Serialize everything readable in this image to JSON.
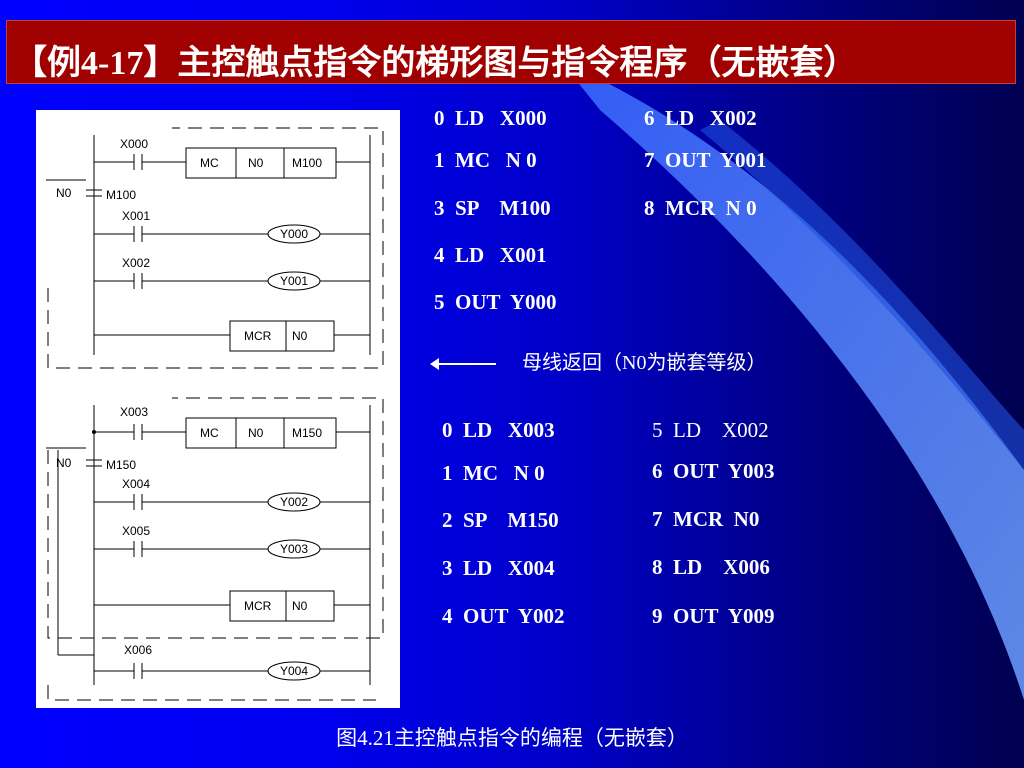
{
  "title": "【例4-17】主控触点指令的梯形图与指令程序（无嵌套）",
  "diagram1": {
    "contacts": [
      "X000",
      "X001",
      "X002"
    ],
    "mc": [
      "MC",
      "N0",
      "M100"
    ],
    "nest_label": "N0",
    "mc_contact": "M100",
    "coils": [
      "Y000",
      "Y001"
    ],
    "mcr": [
      "MCR",
      "N0"
    ]
  },
  "diagram2": {
    "contacts": [
      "X003",
      "X004",
      "X005"
    ],
    "mc": [
      "MC",
      "N0",
      "M150"
    ],
    "nest_label": "N0",
    "mc_contact": "M150",
    "coils": [
      "Y002",
      "Y003"
    ],
    "mcr": [
      "MCR",
      "N0"
    ],
    "extra_contact": "X006",
    "extra_coil": "Y004"
  },
  "program1": {
    "col1": [
      "0  LD   X000",
      "1  MC   N 0",
      "3  SP    M100",
      "4  LD   X001",
      "5  OUT  Y000"
    ],
    "col2": [
      "6  LD   X002",
      "7  OUT  Y001",
      "8  MCR  N 0"
    ]
  },
  "note": "母线返回（N0为嵌套等级）",
  "program2": {
    "col1": [
      "0  LD   X003",
      "1  MC   N 0",
      "2  SP    M150",
      "3  LD   X004",
      "4  OUT  Y002"
    ],
    "col2": [
      "5  LD    X002",
      "6  OUT  Y003",
      "7  MCR  N0",
      "8  LD    X006",
      "9  OUT  Y009"
    ]
  },
  "caption": "图4.21主控触点指令的编程（无嵌套）"
}
